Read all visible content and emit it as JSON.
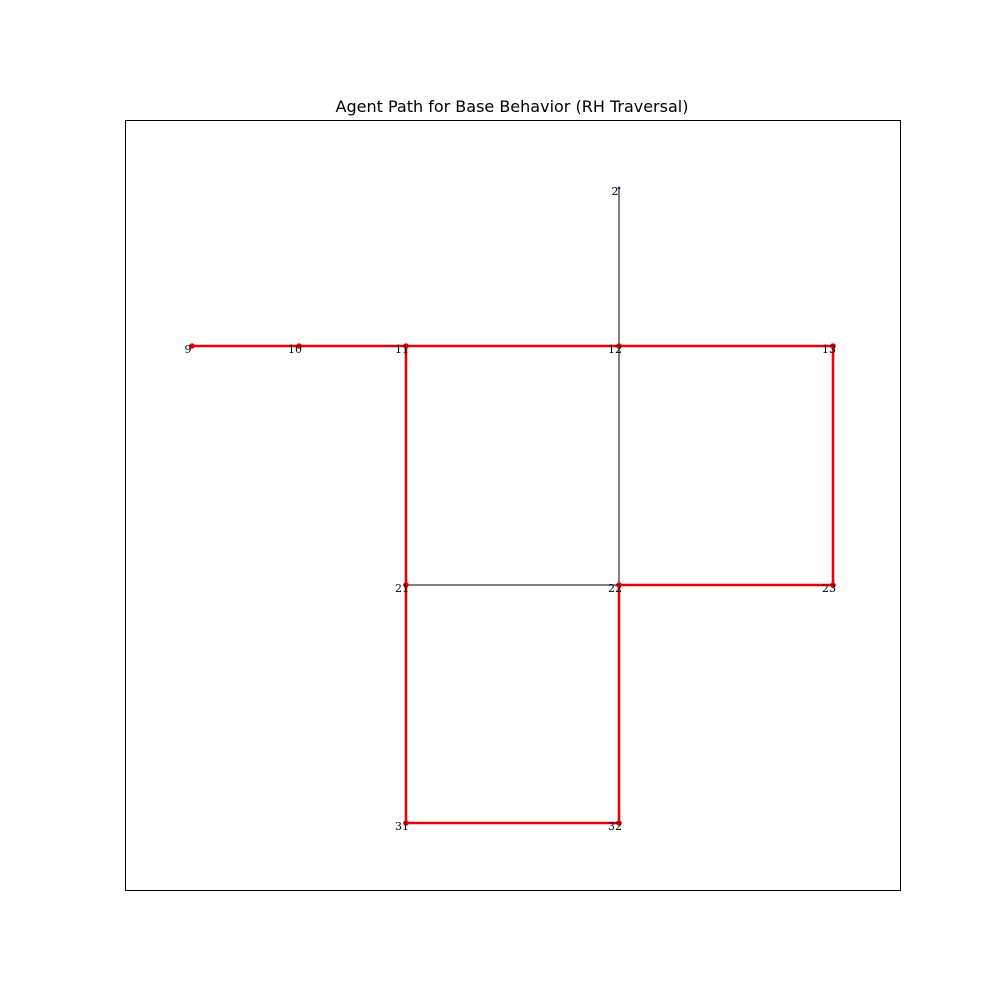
{
  "title": "Agent Path for Base Behavior (RH Traversal)",
  "colors": {
    "graph_edge": "#000000",
    "path": "#e8000b",
    "node": "#e8000b",
    "start_node": "#1f1fd0",
    "axes_frame": "#000000"
  },
  "chart_data": {
    "type": "graph",
    "nodes": [
      {
        "id": "2",
        "row": 0,
        "col": 2,
        "on_path": false
      },
      {
        "id": "9",
        "row": 1,
        "col": -1,
        "on_path": true
      },
      {
        "id": "10",
        "row": 1,
        "col": 0,
        "on_path": true
      },
      {
        "id": "11",
        "row": 1,
        "col": 1,
        "on_path": true
      },
      {
        "id": "12",
        "row": 1,
        "col": 2,
        "on_path": true
      },
      {
        "id": "13",
        "row": 1,
        "col": 3,
        "on_path": true
      },
      {
        "id": "21",
        "row": 2,
        "col": 1,
        "on_path": true
      },
      {
        "id": "22",
        "row": 2,
        "col": 2,
        "on_path": true
      },
      {
        "id": "23",
        "row": 2,
        "col": 3,
        "on_path": true
      },
      {
        "id": "31",
        "row": 3,
        "col": 1,
        "on_path": true
      },
      {
        "id": "32",
        "row": 3,
        "col": 2,
        "on_path": true
      }
    ],
    "edges": [
      [
        "2",
        "12"
      ],
      [
        "9",
        "10"
      ],
      [
        "10",
        "11"
      ],
      [
        "11",
        "12"
      ],
      [
        "12",
        "13"
      ],
      [
        "11",
        "21"
      ],
      [
        "12",
        "22"
      ],
      [
        "13",
        "23"
      ],
      [
        "21",
        "22"
      ],
      [
        "22",
        "23"
      ],
      [
        "21",
        "31"
      ],
      [
        "22",
        "32"
      ],
      [
        "31",
        "32"
      ]
    ],
    "path_edges": [
      [
        "9",
        "10"
      ],
      [
        "10",
        "11"
      ],
      [
        "11",
        "12"
      ],
      [
        "12",
        "13"
      ],
      [
        "13",
        "23"
      ],
      [
        "23",
        "22"
      ],
      [
        "22",
        "32"
      ],
      [
        "32",
        "31"
      ],
      [
        "31",
        "21"
      ],
      [
        "21",
        "11"
      ]
    ]
  }
}
